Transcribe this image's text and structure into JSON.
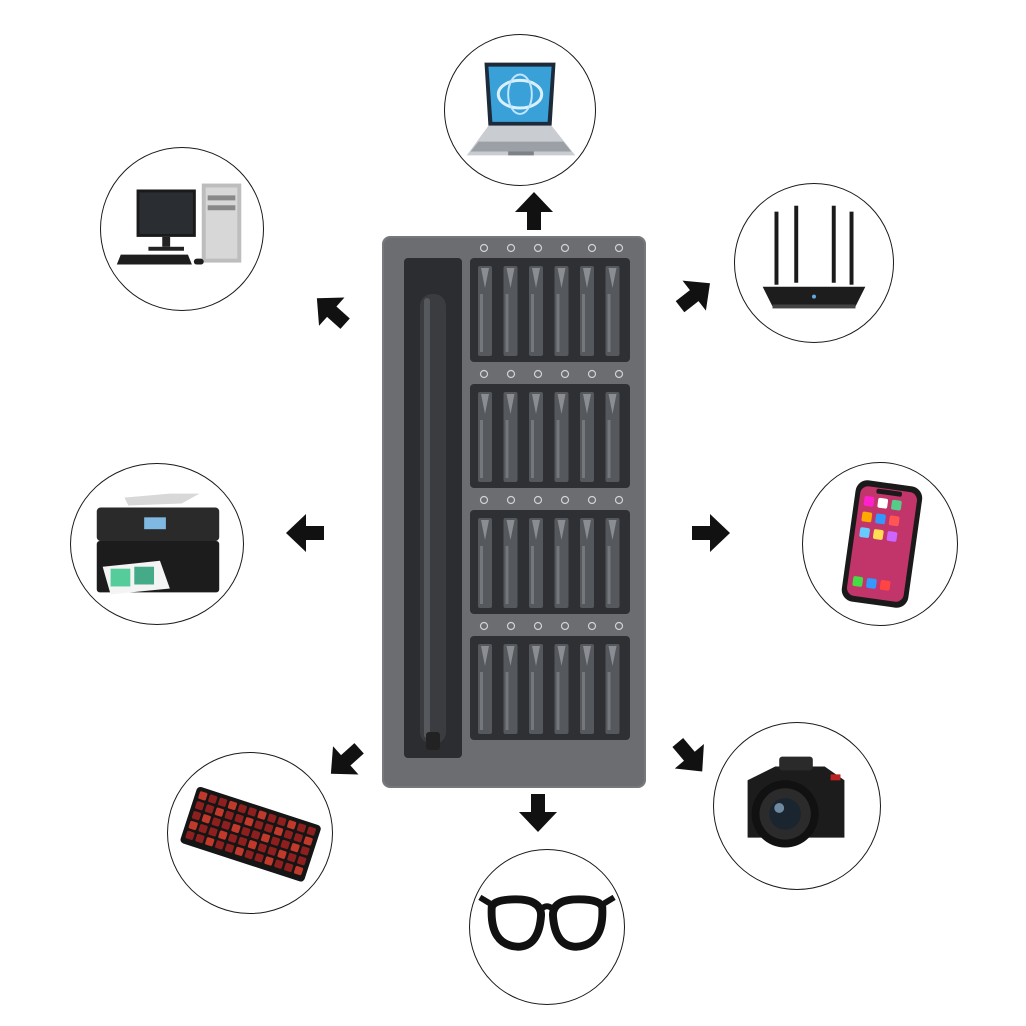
{
  "kit": {
    "color_body": "#6e7073",
    "color_tray": "#2e3033",
    "color_bits": "#55585c",
    "bit_rows": 4,
    "bits_per_row": 6
  },
  "devices": [
    {
      "id": "laptop",
      "icon": "laptop-icon"
    },
    {
      "id": "router",
      "icon": "router-icon"
    },
    {
      "id": "smartphone",
      "icon": "smartphone-icon"
    },
    {
      "id": "camera",
      "icon": "camera-icon"
    },
    {
      "id": "glasses",
      "icon": "glasses-icon"
    },
    {
      "id": "keyboard",
      "icon": "keyboard-icon"
    },
    {
      "id": "printer",
      "icon": "printer-icon"
    },
    {
      "id": "desktop",
      "icon": "desktop-computer-icon"
    }
  ],
  "arrow_color": "#111111"
}
